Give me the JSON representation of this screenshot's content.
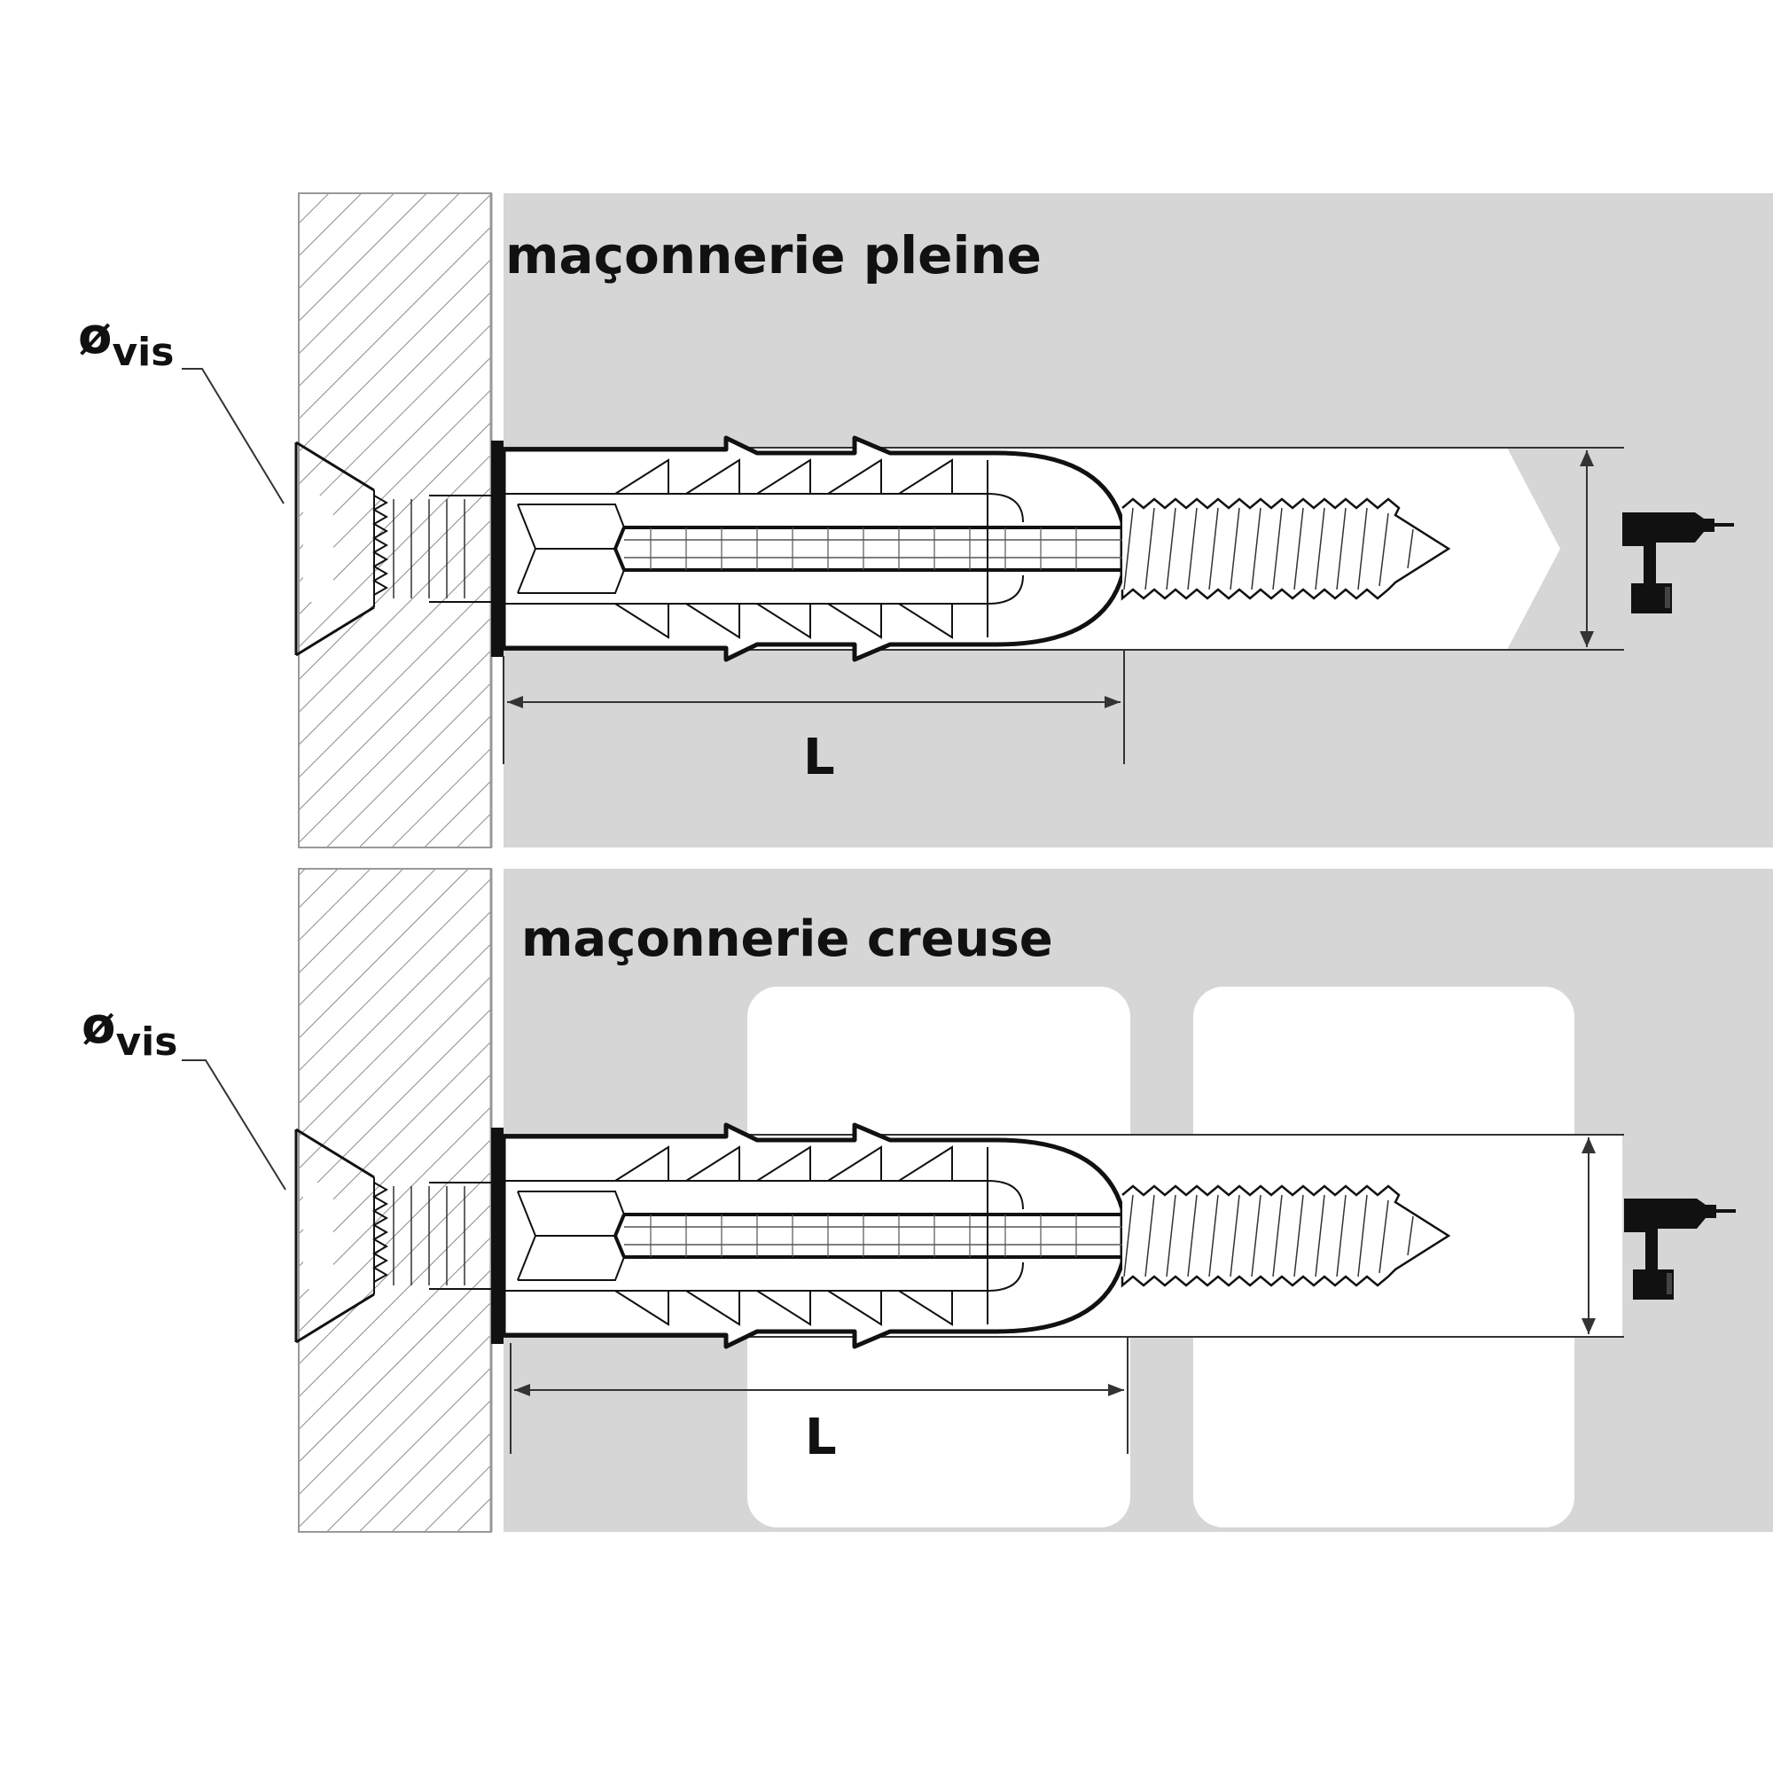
{
  "panels": [
    {
      "title": "maçonnerie pleine",
      "diameter_symbol": "ø",
      "diameter_label": "vis",
      "length_label": "L",
      "masonry": "solid"
    },
    {
      "title": "maçonnerie creuse",
      "diameter_symbol": "ø",
      "diameter_label": "vis",
      "length_label": "L",
      "masonry": "hollow"
    }
  ],
  "colors": {
    "background": "#ffffff",
    "masonry": "#d6d6d6",
    "wall_hatch": "#8a8a8a",
    "outline": "#111111",
    "cavity": "#ffffff"
  },
  "icons": [
    "drill-icon",
    "drill-icon"
  ]
}
